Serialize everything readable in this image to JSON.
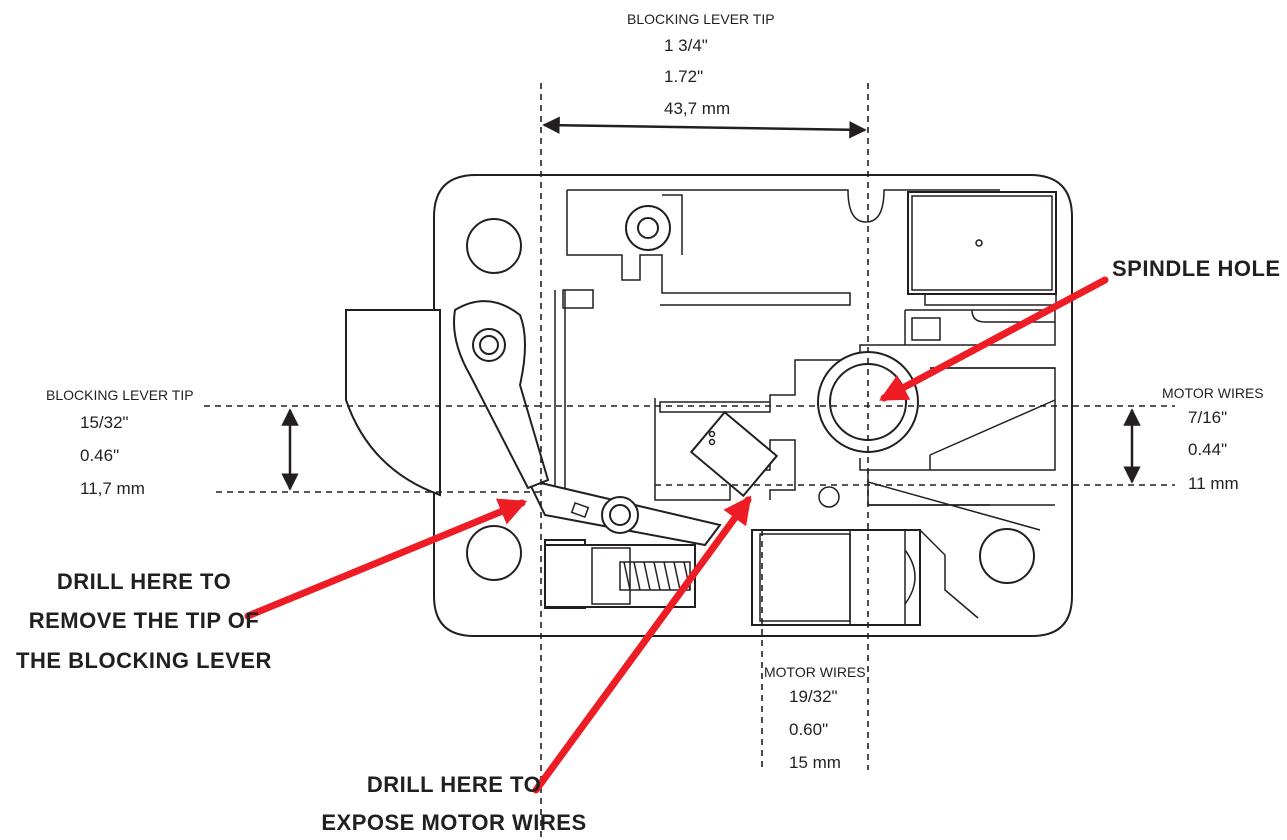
{
  "top_dimension": {
    "title": "BLOCKING LEVER TIP",
    "fraction": "1 3/4\"",
    "decimal": "1.72\"",
    "metric": "43,7 mm"
  },
  "left_dimension": {
    "title": "BLOCKING LEVER TIP",
    "fraction": "15/32\"",
    "decimal": "0.46\"",
    "metric": "11,7 mm"
  },
  "right_dimension": {
    "title": "MOTOR WIRES",
    "fraction": "7/16\"",
    "decimal": "0.44\"",
    "metric": "11 mm"
  },
  "bottom_dimension": {
    "title": "MOTOR WIRES",
    "fraction": "19/32\"",
    "decimal": "0.60\"",
    "metric": "15 mm"
  },
  "callouts": {
    "spindle": "SPINDLE HOLE",
    "drill_tip": [
      "DRILL HERE TO",
      "REMOVE THE TIP OF",
      "THE BLOCKING LEVER"
    ],
    "drill_wires": [
      "DRILL HERE TO",
      "EXPOSE MOTOR WIRES"
    ]
  },
  "colors": {
    "line": "#231f20",
    "arrow": "#ee1c24",
    "background": "#ffffff"
  }
}
